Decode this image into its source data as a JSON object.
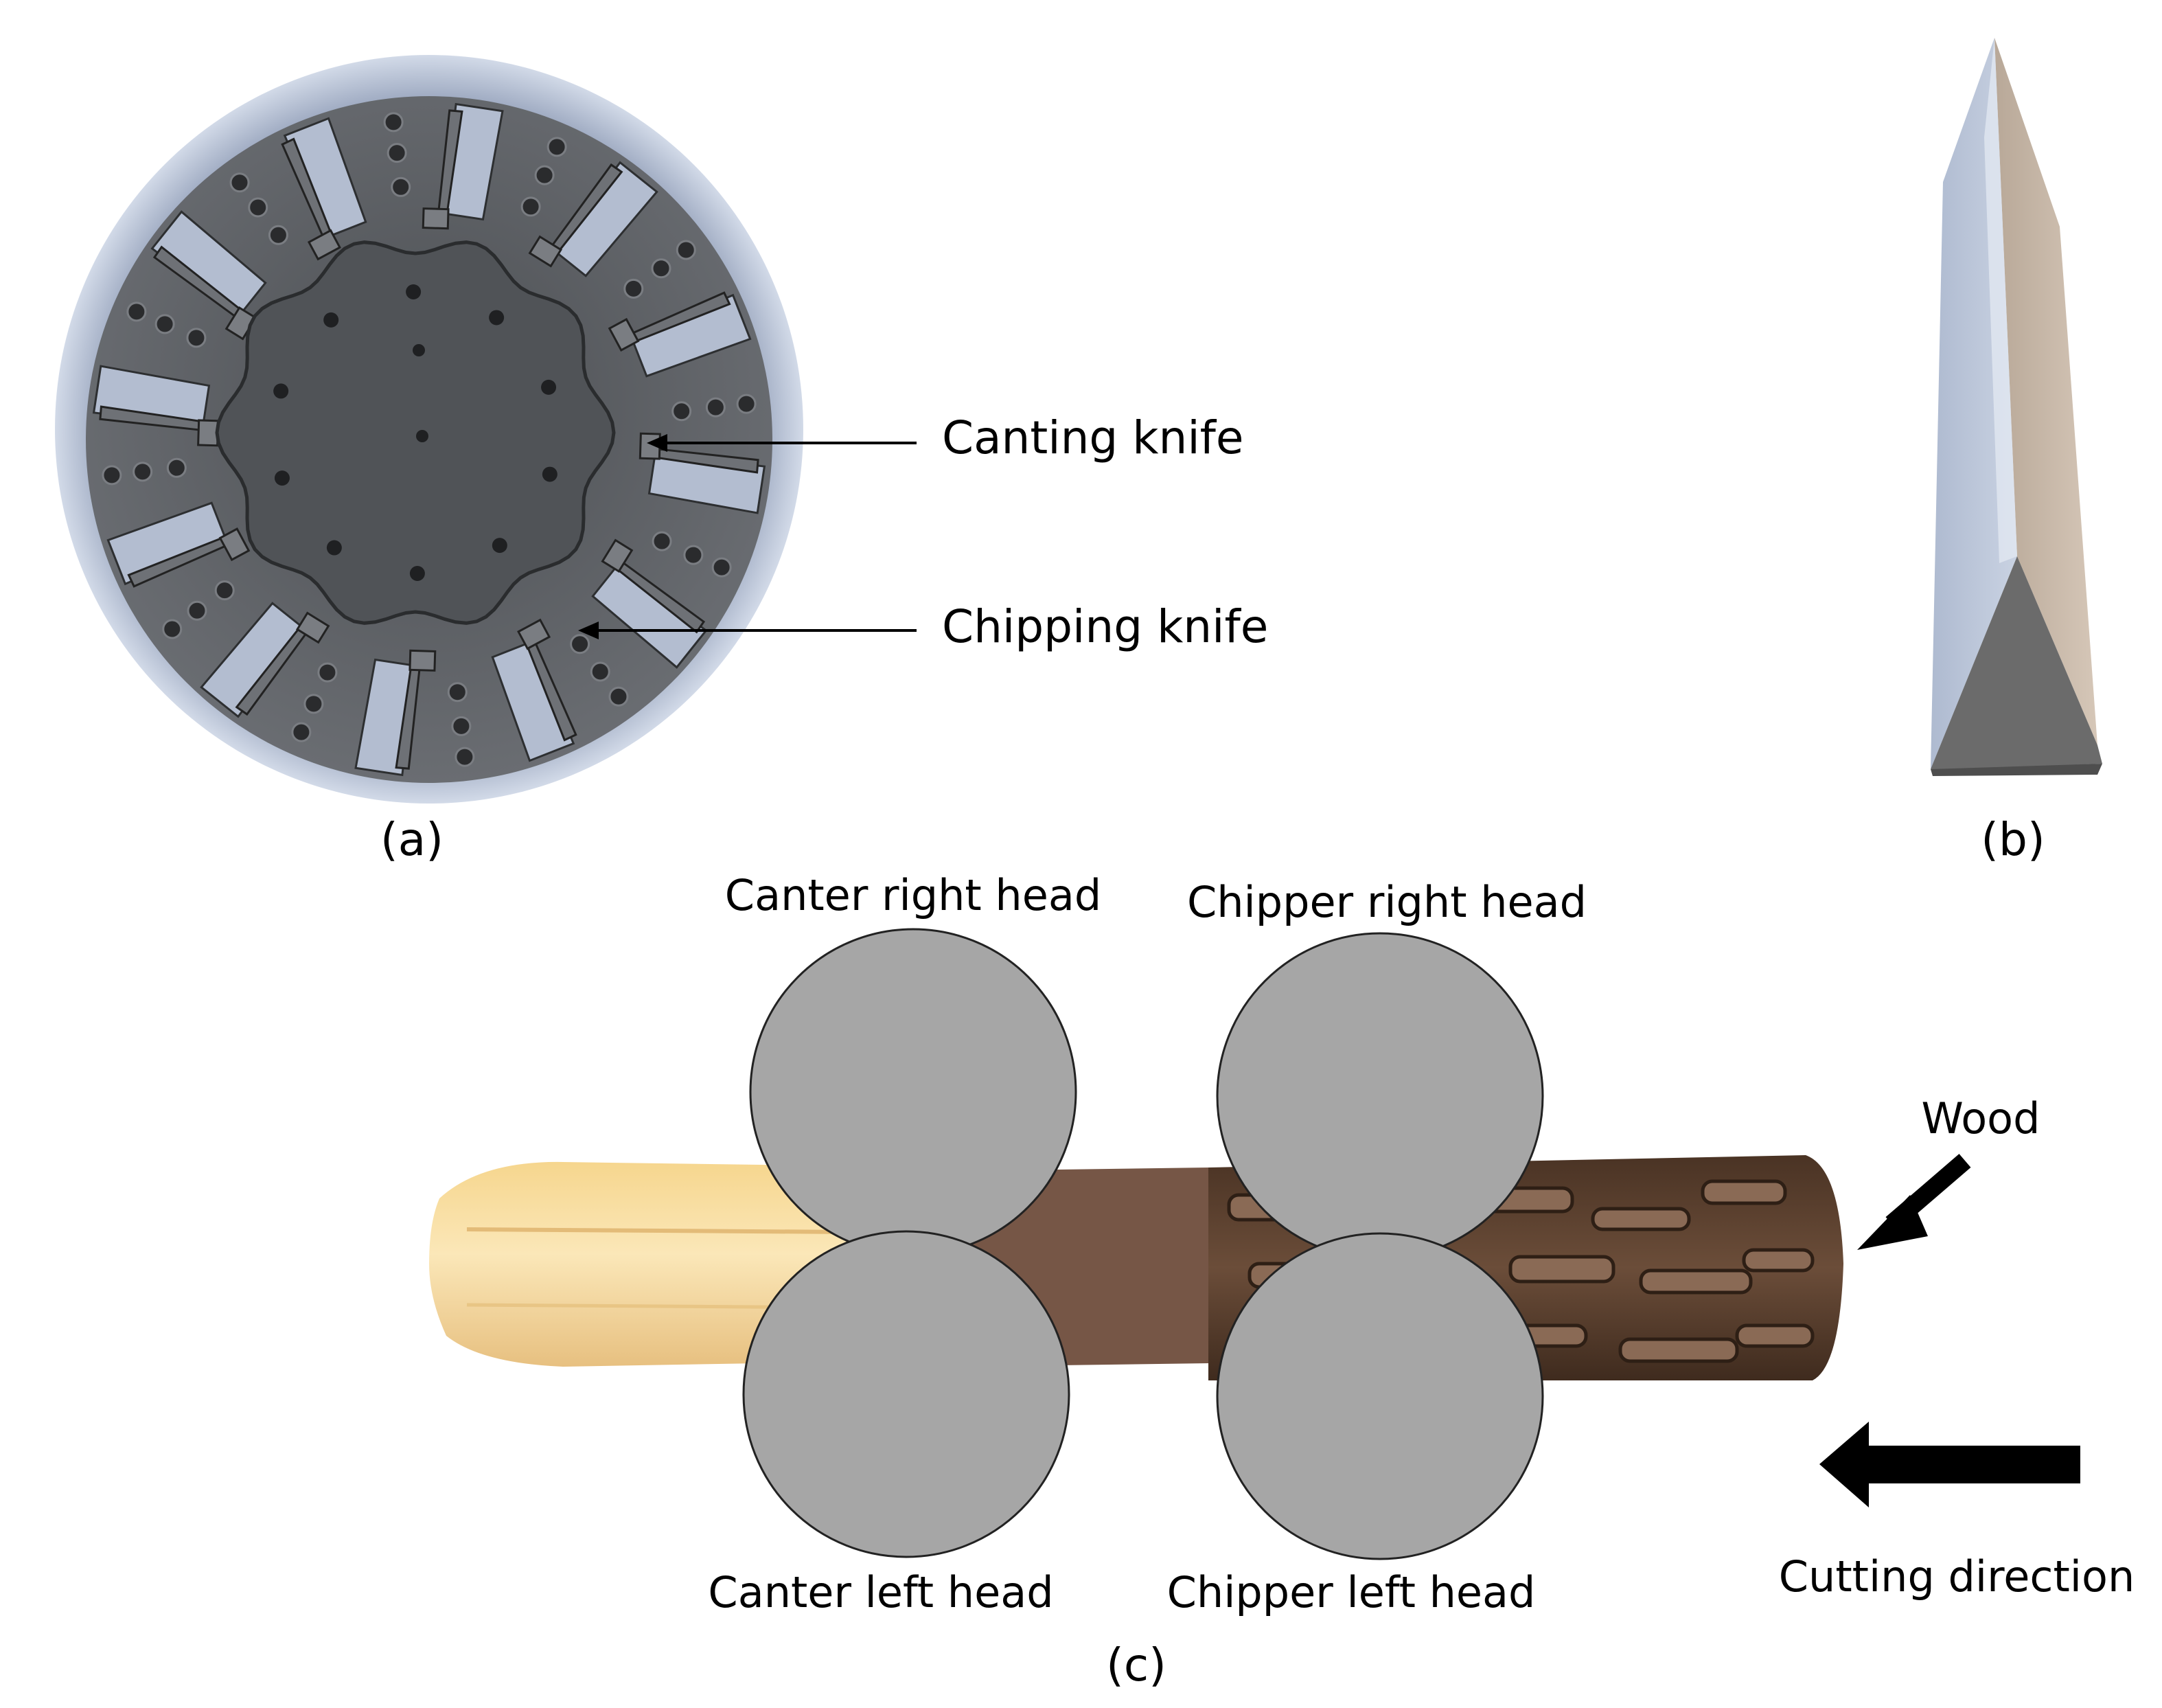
{
  "panel_a": {
    "caption": "(a)",
    "labels": {
      "canting_knife": "Canting knife",
      "chipping_knife": "Chipping knife"
    }
  },
  "panel_b": {
    "caption": "(b)"
  },
  "panel_c": {
    "caption": "(c)",
    "labels": {
      "canter_right_head": "Canter right head",
      "chipper_right_head": "Chipper right head",
      "canter_left_head": "Canter left head",
      "chipper_left_head": "Chipper left head",
      "wood": "Wood",
      "cutting_direction": "Cutting direction"
    }
  },
  "colors": {
    "head_gray": "#a6a6a6",
    "cutter_dark": "#55585c",
    "cutter_rim": "#b4c0d6",
    "cant_brown": "#765646",
    "bark_brown": "#5e4330",
    "debarked_wood": "#f2d08c",
    "knife_blue": "#b9c4d8",
    "knife_tan": "#c8b6a6"
  }
}
